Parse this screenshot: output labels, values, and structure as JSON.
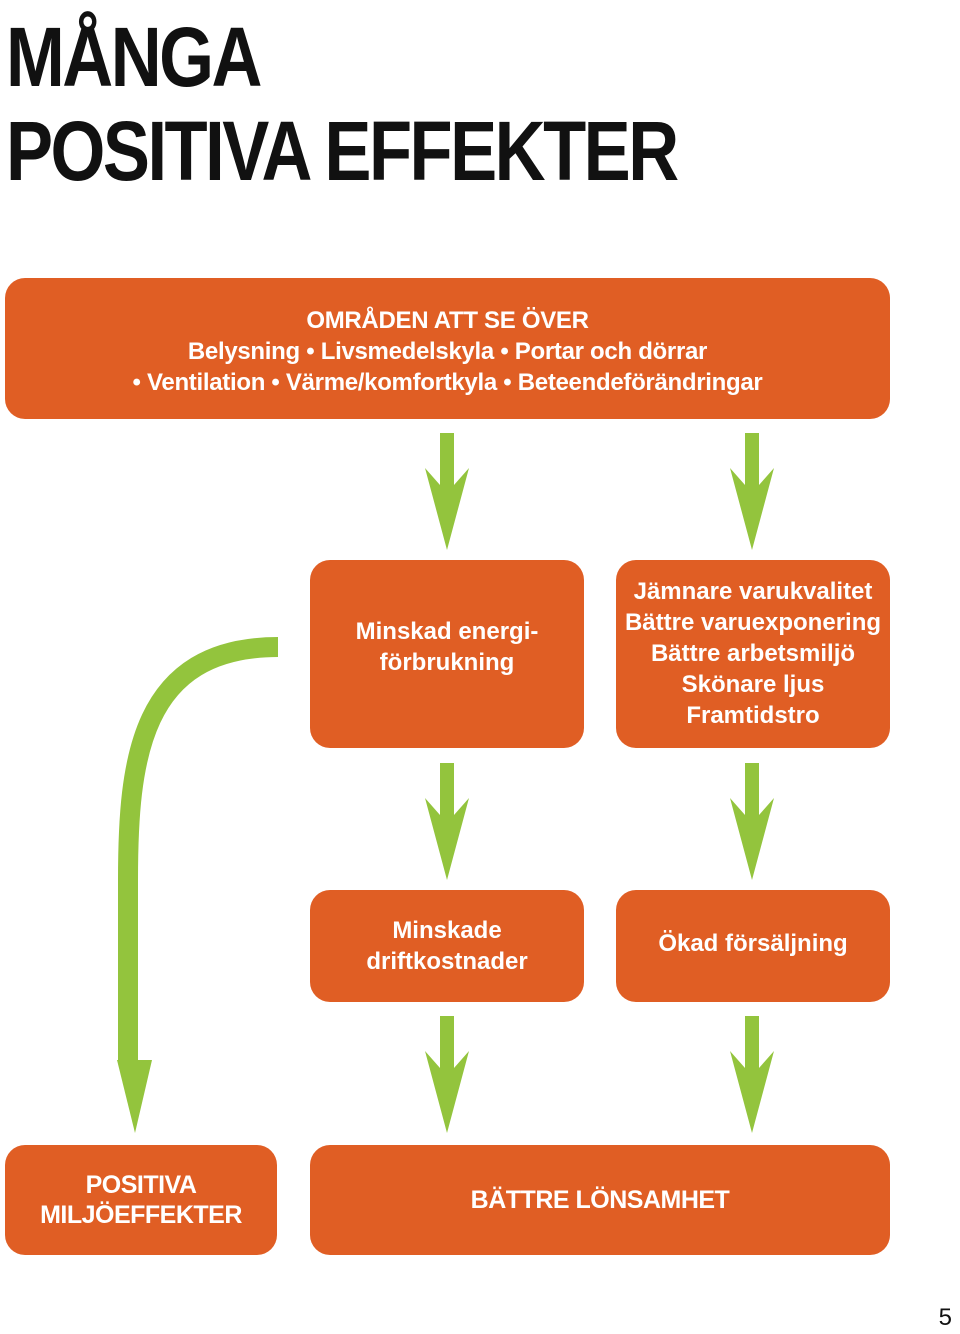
{
  "title": {
    "line1": "MÅNGA",
    "line2": "POSITIVA EFFEKTER"
  },
  "areas_box": {
    "heading": "OMRÅDEN ATT SE ÖVER",
    "line1": "Belysning • Livsmedelskyla • Portar och dörrar",
    "line2": "• Ventilation • Värme/komfortkyla • Beteendeförändringar"
  },
  "energy_box": {
    "line1": "Minskad energi-",
    "line2": "förbrukning"
  },
  "quality_box": {
    "items": [
      "Jämnare varukvalitet",
      "Bättre varuexponering",
      "Bättre arbetsmiljö",
      "Skönare ljus",
      "Framtidstro"
    ]
  },
  "costs_box": {
    "line1": "Minskade",
    "line2": "driftkostnader"
  },
  "sales_box": {
    "line1": "Ökad försäljning"
  },
  "environment_box": {
    "line1": "POSITIVA",
    "line2": "MILJÖEFFEKTER"
  },
  "profit_box": {
    "line1": "BÄTTRE LÖNSAMHET"
  },
  "page_number": "5",
  "colors": {
    "box": "#e05e24",
    "arrow": "#93c43d",
    "box_text": "#ffffff",
    "title_text": "#111111"
  }
}
